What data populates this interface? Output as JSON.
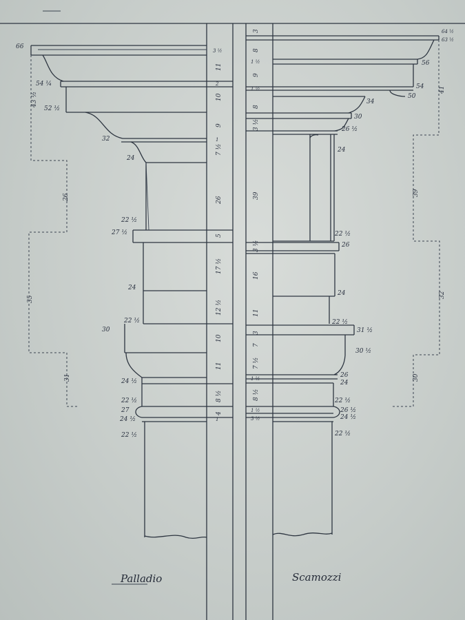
{
  "labels": {
    "left_author": "Palladio",
    "right_author": "Scamozzi"
  },
  "left_outer_dims": [
    "66",
    "54 ¼",
    "43 ½",
    "52 ½",
    "32",
    "24",
    "22 ½",
    "27 ½",
    "24",
    "22 ½",
    "30",
    "24 ½",
    "22 ½",
    "27",
    "24 ½",
    "22 ½"
  ],
  "left_side_dims": [
    "26",
    "35",
    "31"
  ],
  "left_column_values": [
    "3 ½",
    "11",
    "2",
    "10",
    "9",
    "1",
    "7 ½",
    "26",
    "5",
    "17 ½",
    "12 ½",
    "10",
    "11",
    "8 ½",
    "4",
    "1"
  ],
  "center_column_values": [
    "3",
    "8",
    "1 ½",
    "9",
    "1 ½",
    "8",
    "3 ½",
    "39",
    "3 ½",
    "16",
    "11",
    "3",
    "7",
    "7 ½",
    "1 ½",
    "8 ½",
    "1 ½",
    "3 ½"
  ],
  "right_outer_dims": [
    "64 ½",
    "63 ½",
    "56",
    "54",
    "50",
    "41",
    "34",
    "30",
    "26 ½",
    "24",
    "22 ½",
    "26",
    "24",
    "22 ½",
    "31 ½",
    "30 ½",
    "26",
    "24",
    "22 ½",
    "26 ½",
    "24 ½",
    "22 ½"
  ],
  "right_side_dims": [
    "39",
    "32",
    "30"
  ],
  "colors": {
    "ink": "#2d3540",
    "paper": "#d3d8d5"
  }
}
